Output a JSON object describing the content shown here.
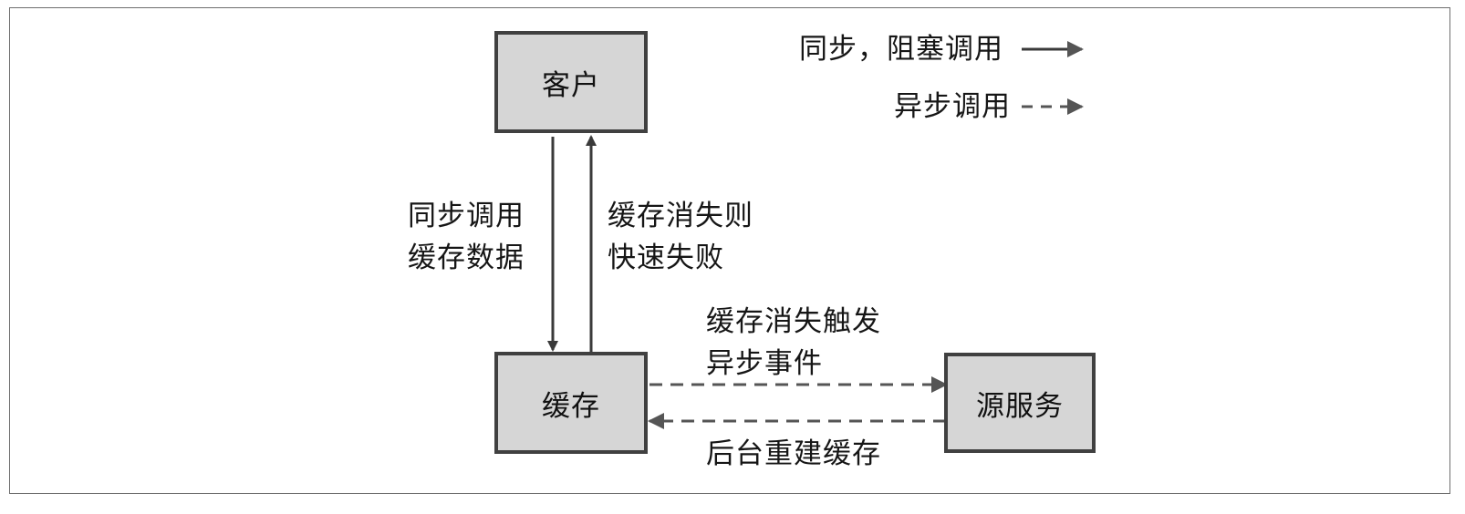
{
  "nodes": {
    "client": "客户",
    "cache": "缓存",
    "origin": "源服务"
  },
  "edge_labels": {
    "sync_call": [
      "同步调用",
      "缓存数据"
    ],
    "fail_fast": [
      "缓存消失则",
      "快速失败"
    ],
    "async_trigger": [
      "缓存消失触发",
      "异步事件"
    ],
    "rebuild": "后台重建缓存"
  },
  "legend": {
    "sync": "同步，阻塞调用",
    "async": "异步调用"
  },
  "colors": {
    "box_fill": "#d6d6d6",
    "box_border": "#404040",
    "line": "#3a3a3a",
    "dashed": "#555555"
  }
}
